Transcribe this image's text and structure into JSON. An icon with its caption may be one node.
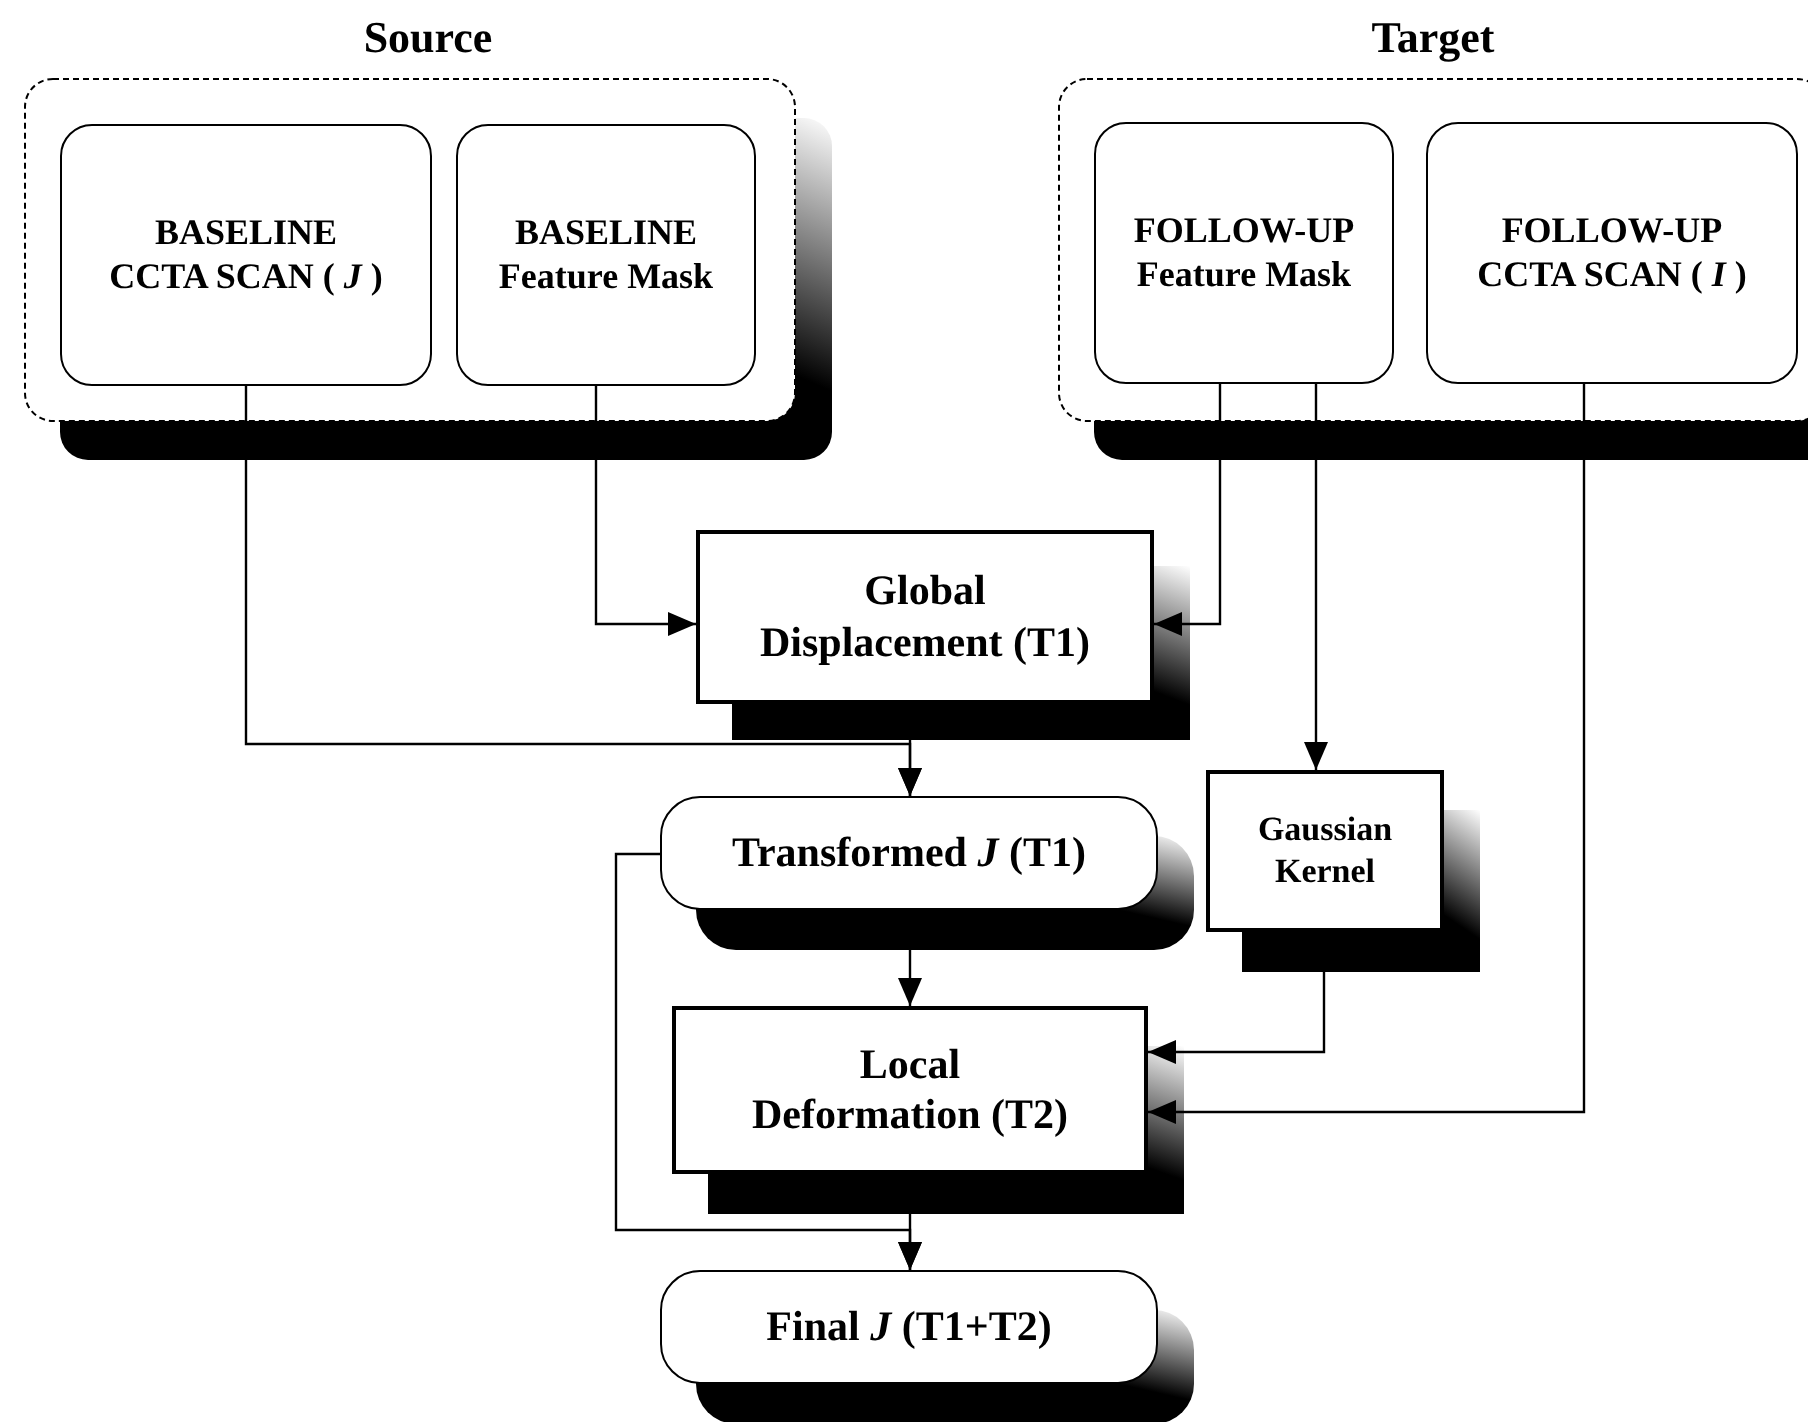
{
  "diagram": {
    "nodes": [
      {
        "text": [
          "Source"
        ]
      },
      {
        "text": [
          "BASELINE CCTA SCAN ( *J* )"
        ],
        "in": 0
      },
      {
        "text": [
          "BASELINE Feature Mask"
        ],
        "in": 0
      },
      {
        "text": [
          "Target"
        ]
      },
      {
        "text": [
          "FOLLOW-UP Feature Mask"
        ],
        "in": 3
      },
      {
        "text": [
          "FOLLOW-UP CCTA SCAN ( *I* )"
        ],
        "in": 3
      },
      {
        "text": [
          "Global Displacement (T1)"
        ]
      },
      {
        "text": [
          "Transformed *J* (T1)"
        ]
      },
      {
        "text": [
          "Gaussian Kernel"
        ]
      },
      {
        "text": [
          "Local Deformation (T2)"
        ]
      },
      {
        "text": [
          "Final *J* (T1+T2)"
        ]
      }
    ],
    "edges": [
      {
        "from": 1,
        "to": 7,
        "arrow": "to"
      },
      {
        "from": 2,
        "to": 6,
        "arrow": "to"
      },
      {
        "from": 4,
        "to": 6,
        "arrow": "to"
      },
      {
        "from": 4,
        "to": 8,
        "arrow": "to"
      },
      {
        "from": 6,
        "to": 7,
        "arrow": "to"
      },
      {
        "from": 5,
        "to": 9,
        "arrow": "to"
      },
      {
        "from": 8,
        "to": 9,
        "arrow": "to"
      },
      {
        "from": 7,
        "to": 9,
        "arrow": "to"
      },
      {
        "from": 7,
        "to": 10,
        "arrow": "to"
      },
      {
        "from": 9,
        "to": 10,
        "arrow": "to"
      }
    ]
  }
}
